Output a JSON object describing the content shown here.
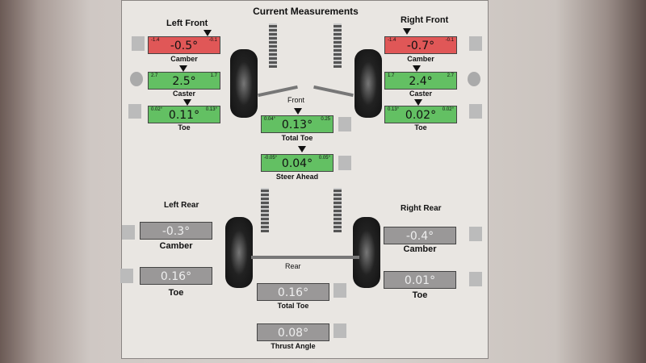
{
  "title": "Current Measurements",
  "front": {
    "left_header": "Left Front",
    "right_header": "Right Front",
    "lf_camber": {
      "value": "-0.5°",
      "min": "-1.4",
      "max": "-0.1",
      "label": "Camber"
    },
    "rf_camber": {
      "value": "-0.7°",
      "min": "-1.4",
      "max": "-0.1",
      "label": "Camber"
    },
    "lf_caster": {
      "value": "2.5°",
      "min": "2.7",
      "max": "1.7",
      "label": "Caster"
    },
    "rf_caster": {
      "value": "2.4°",
      "min": "1.7",
      "max": "2.7",
      "label": "Caster"
    },
    "lf_toe": {
      "value": "0.11°",
      "min": "0.02°",
      "max": "0.13°",
      "label": "Toe"
    },
    "rf_toe": {
      "value": "0.02°",
      "min": "0.13°",
      "max": "0.02°",
      "label": "Toe"
    },
    "total_toe": {
      "value": "0.13°",
      "min": "0.04°",
      "max": "0.25",
      "label": "Total Toe"
    },
    "steer_ahead": {
      "value": "0.04°",
      "min": "-0.05°",
      "max": "0.05°",
      "label": "Steer Ahead"
    },
    "diagram_label": "Front"
  },
  "rear": {
    "left_header": "Left Rear",
    "right_header": "Right Rear",
    "lr_camber": {
      "value": "-0.3°",
      "label": "Camber"
    },
    "rr_camber": {
      "value": "-0.4°",
      "label": "Camber"
    },
    "lr_toe": {
      "value": "0.16°",
      "label": "Toe"
    },
    "rr_toe": {
      "value": "0.01°",
      "label": "Toe"
    },
    "total_toe": {
      "value": "0.16°",
      "label": "Total Toe"
    },
    "thrust_angle": {
      "value": "0.08°",
      "label": "Thrust Angle"
    },
    "diagram_label": "Rear"
  },
  "colors": {
    "out_of_spec": "#e05757",
    "in_spec": "#63c063",
    "no_spec": "#9a9898"
  },
  "icons": [
    "camber-icon",
    "caster-icon",
    "toe-icon",
    "total-toe-icon",
    "steer-ahead-icon",
    "thrust-angle-icon"
  ]
}
